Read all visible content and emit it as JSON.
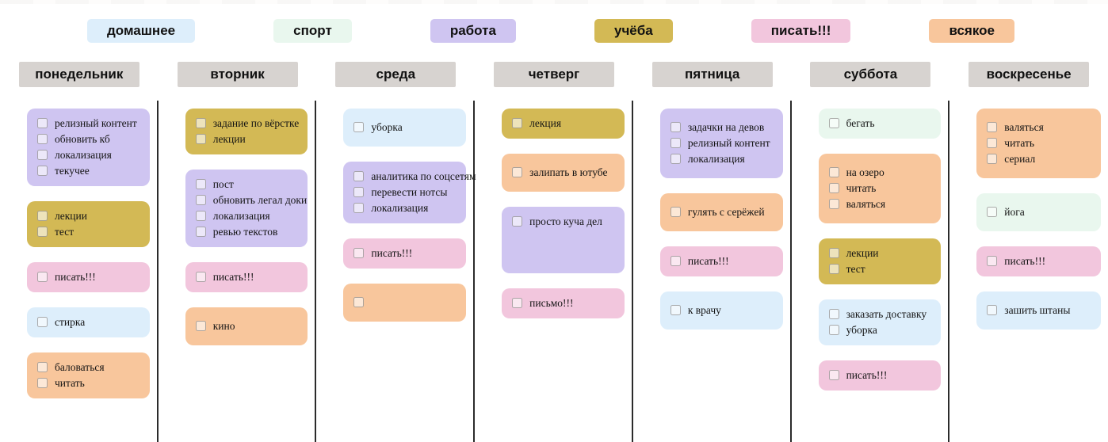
{
  "palette": {
    "domestic": "#ddeefb",
    "sport": "#e9f7ee",
    "work": "#cfc5f1",
    "study": "#d3b955",
    "write": "#f2c6dd",
    "misc": "#f8c69c"
  },
  "legend": {
    "items": [
      {
        "label": "домашнее",
        "color": "domestic"
      },
      {
        "label": "спорт",
        "color": "sport"
      },
      {
        "label": "работа",
        "color": "work"
      },
      {
        "label": "учёба",
        "color": "study"
      },
      {
        "label": "писать!!!",
        "color": "write"
      },
      {
        "label": "всякое",
        "color": "misc"
      }
    ]
  },
  "board": {
    "columns": [
      {
        "day": "понедельник",
        "cards": [
          {
            "color": "work",
            "items": [
              "релизный контент",
              "обновить кб",
              "локализация",
              "текучее"
            ]
          },
          {
            "color": "study",
            "items": [
              "лекции",
              "тест"
            ]
          },
          {
            "color": "write",
            "items": [
              "писать!!!"
            ]
          },
          {
            "color": "domestic",
            "items": [
              "стирка"
            ]
          },
          {
            "color": "misc",
            "items": [
              "баловаться",
              "читать"
            ]
          }
        ]
      },
      {
        "day": "вторник",
        "cards": [
          {
            "color": "study",
            "items": [
              "задание по вёрстке",
              "лекции"
            ]
          },
          {
            "color": "work",
            "items": [
              "пост",
              "обновить легал доки",
              "локализация",
              "ревью текстов"
            ]
          },
          {
            "color": "write",
            "items": [
              "писать!!!"
            ]
          },
          {
            "color": "misc",
            "items": [
              "кино"
            ],
            "roomy": true
          }
        ]
      },
      {
        "day": "среда",
        "cards": [
          {
            "color": "domestic",
            "items": [
              "уборка"
            ],
            "roomy": true
          },
          {
            "color": "work",
            "items": [
              "аналитика по соцсетям",
              "перевести нотсы",
              "локализация"
            ]
          },
          {
            "color": "write",
            "items": [
              "писать!!!"
            ]
          },
          {
            "color": "misc",
            "items": [
              ""
            ],
            "roomy": true
          }
        ]
      },
      {
        "day": "четверг",
        "cards": [
          {
            "color": "study",
            "items": [
              "лекция"
            ]
          },
          {
            "color": "misc",
            "items": [
              "залипать в ютубе"
            ],
            "roomy": true
          },
          {
            "color": "work",
            "items": [
              "просто куча дел"
            ],
            "tall": true
          },
          {
            "color": "write",
            "items": [
              "письмо!!!"
            ]
          }
        ]
      },
      {
        "day": "пятница",
        "cards": [
          {
            "color": "work",
            "items": [
              "задачки на девов",
              "релизный контент",
              "локализация"
            ],
            "roomy": true
          },
          {
            "color": "misc",
            "items": [
              "гулять с серёжей"
            ],
            "roomy": true
          },
          {
            "color": "write",
            "items": [
              "писать!!!"
            ]
          },
          {
            "color": "domestic",
            "items": [
              "к врачу"
            ],
            "roomy": true
          }
        ]
      },
      {
        "day": "суббота",
        "cards": [
          {
            "color": "sport",
            "items": [
              "бегать"
            ]
          },
          {
            "color": "misc",
            "items": [
              "на озеро",
              "читать",
              "валяться"
            ],
            "roomy": true
          },
          {
            "color": "study",
            "items": [
              "лекции",
              "тест"
            ]
          },
          {
            "color": "domestic",
            "items": [
              "заказать доставку",
              "уборка"
            ]
          },
          {
            "color": "write",
            "items": [
              "писать!!!"
            ]
          }
        ]
      },
      {
        "day": "воскресенье",
        "cards": [
          {
            "color": "misc",
            "items": [
              "валяться",
              "читать",
              "сериал"
            ],
            "roomy": true
          },
          {
            "color": "sport",
            "items": [
              "йога"
            ],
            "roomy": true
          },
          {
            "color": "write",
            "items": [
              "писать!!!"
            ]
          },
          {
            "color": "domestic",
            "items": [
              "зашить штаны"
            ],
            "roomy": true
          }
        ]
      }
    ]
  }
}
